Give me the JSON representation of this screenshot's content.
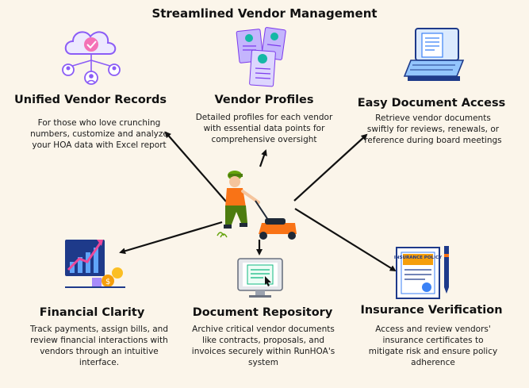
{
  "title": "Streamlined Vendor Management",
  "features": {
    "unified": {
      "title": "Unified Vendor Records",
      "desc": "For those who love crunching numbers, customize and analyze your HOA data with Excel report",
      "icon": "cloud-network-icon"
    },
    "profiles": {
      "title": "Vendor Profiles",
      "desc": "Detailed profiles for each vendor with essential data points for comprehensive oversight",
      "icon": "profile-cards-icon"
    },
    "easy": {
      "title": "Easy Document Access",
      "desc": "Retrieve vendor documents swiftly for reviews, renewals, or reference during board meetings",
      "icon": "laptop-documents-icon"
    },
    "financial": {
      "title": "Financial Clarity",
      "desc": "Track payments, assign bills, and review financial interactions with vendors through an intuitive interface.",
      "icon": "finance-chart-icon"
    },
    "repository": {
      "title": "Document Repository",
      "desc": "Archive critical vendor documents like contracts, proposals, and invoices securely within RunHOA's system",
      "icon": "monitor-document-icon"
    },
    "insurance": {
      "title": "Insurance Verification",
      "desc": "Access and review vendors' insurance certificates to mitigate risk and ensure policy adherence",
      "icon": "insurance-policy-icon",
      "policy_label": "INSURANCE POLICY"
    }
  },
  "center_icon": "lawn-mower-worker-icon",
  "colors": {
    "background": "#fbf5ea",
    "purple": "#8b5cf6",
    "blue": "#3b82f6",
    "navy": "#1e3a8a",
    "orange": "#f97316",
    "green": "#4d7c0f"
  }
}
